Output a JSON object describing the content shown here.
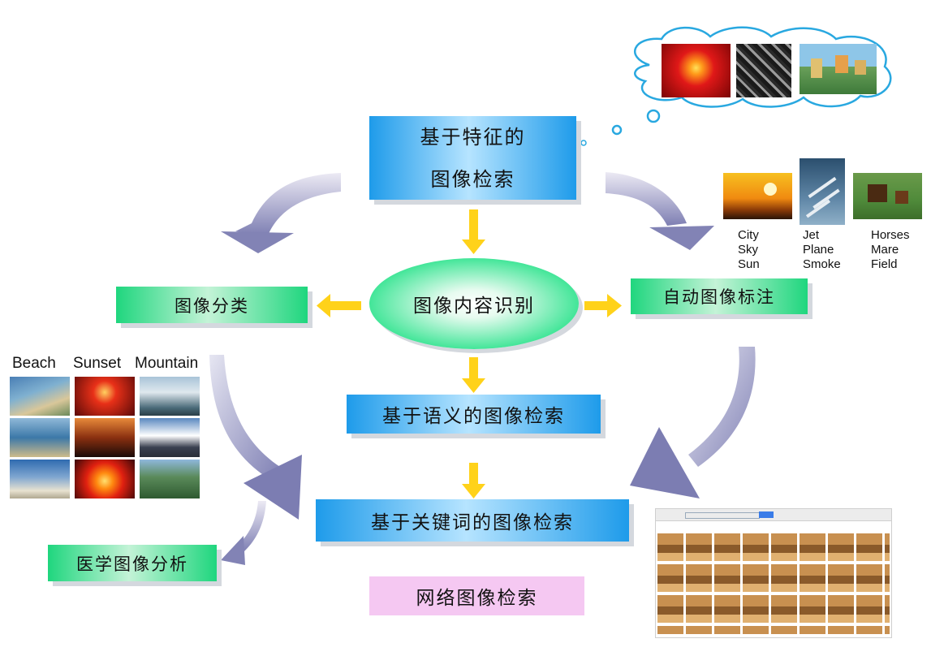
{
  "nodes": {
    "feature_line1": "基于特征的",
    "feature_line2": "图像检索",
    "recognition": "图像内容识别",
    "semantic": "基于语义的图像检索",
    "keyword": "基于关键词的图像检索",
    "classification": "图像分类",
    "annotation": "自动图像标注",
    "medical": "医学图像分析",
    "web": "网络图像检索"
  },
  "categories": [
    "Beach",
    "Sunset",
    "Mountain"
  ],
  "annotation_tags": [
    {
      "words": "City\nSky\nSun"
    },
    {
      "words": "Jet\nPlane\nSmoke"
    },
    {
      "words": "Horses\nMare\nField"
    }
  ],
  "colors": {
    "arrow_curved": "#8f8fbf",
    "arrow_yellow": "#ffd21a",
    "box_blue": "#1e9bea",
    "box_green": "#1fd67e",
    "box_pink": "#f5c8f2",
    "cloud_outline": "#29a8e0"
  }
}
